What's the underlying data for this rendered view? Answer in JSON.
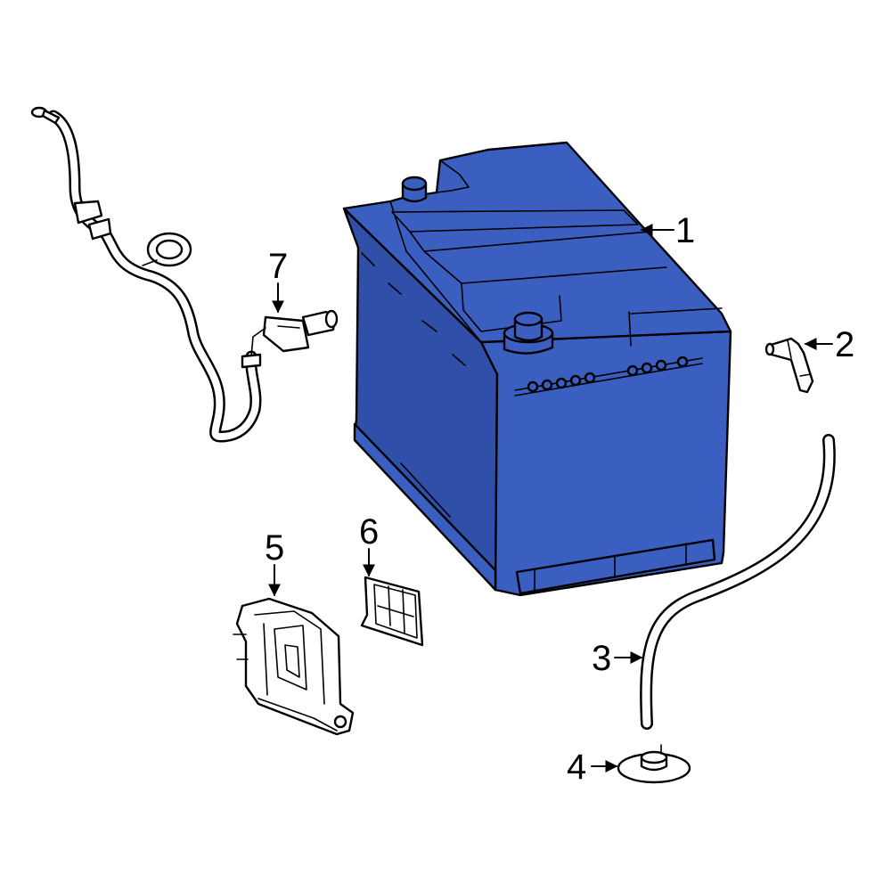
{
  "colors": {
    "highlight": "#3b5fc0",
    "highlight_dark": "#2f4fa8",
    "outline": "#000000",
    "background": "#ffffff"
  },
  "callouts": {
    "c1": "1",
    "c2": "2",
    "c3": "3",
    "c4": "4",
    "c5": "5",
    "c6": "6",
    "c7": "7"
  }
}
